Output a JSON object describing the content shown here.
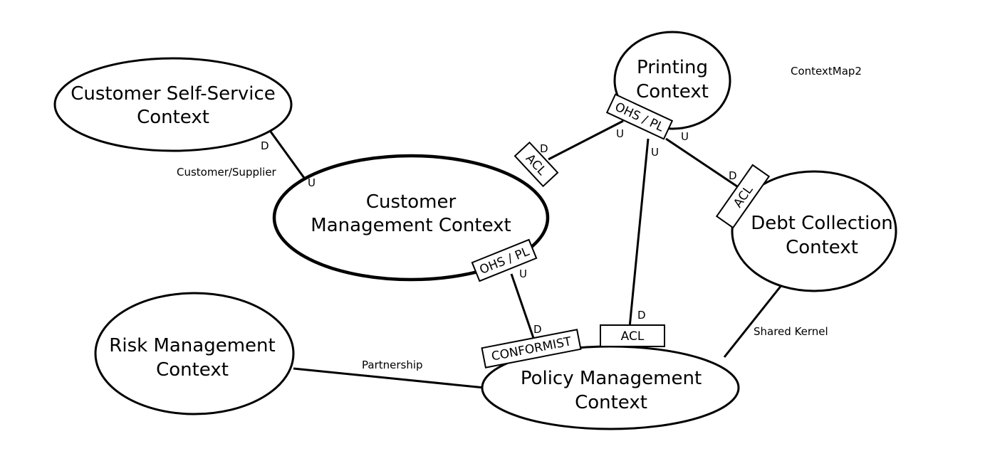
{
  "diagram_title": "ContextMap2",
  "contexts": {
    "customer_self_service": [
      "Customer Self-Service",
      "Context"
    ],
    "customer_management": [
      "Customer",
      "Management Context"
    ],
    "printing": [
      "Printing",
      "Context"
    ],
    "debt_collection": [
      "Debt Collection",
      "Context"
    ],
    "risk_management": [
      "Risk Management",
      "Context"
    ],
    "policy_management": [
      "Policy Management",
      "Context"
    ]
  },
  "relationships": {
    "self_service_to_customer": {
      "type": "Customer/Supplier",
      "downstream": "D",
      "upstream": "U"
    },
    "customer_to_printing": {
      "downstream": "D",
      "upstream": "U",
      "downstream_pattern": "ACL",
      "upstream_pattern": "OHS / PL"
    },
    "printing_to_policy": {
      "downstream": "D",
      "upstream": "U",
      "downstream_pattern": "ACL"
    },
    "printing_to_debt": {
      "downstream": "D",
      "upstream": "U",
      "downstream_pattern": "ACL"
    },
    "customer_to_policy": {
      "downstream": "D",
      "upstream": "U",
      "downstream_pattern": "CONFORMIST",
      "upstream_pattern": "OHS / PL"
    },
    "risk_to_policy": {
      "type": "Partnership"
    },
    "debt_to_policy": {
      "type": "Shared Kernel"
    }
  }
}
